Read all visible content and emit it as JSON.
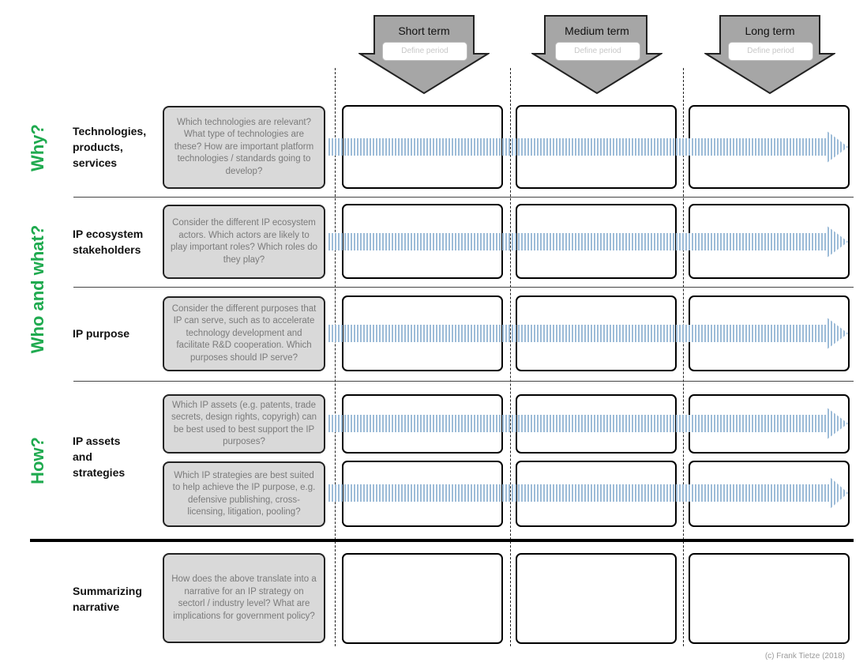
{
  "columns": [
    {
      "title": "Short term",
      "period_placeholder": "Define period"
    },
    {
      "title": "Medium term",
      "period_placeholder": "Define period"
    },
    {
      "title": "Long term",
      "period_placeholder": "Define period"
    }
  ],
  "categories": {
    "why": "Why?",
    "who_what": "Who and what?",
    "how": "How?"
  },
  "rows": {
    "tech": {
      "label": "Technologies, products, services",
      "question": "Which technologies are relevant? What type of technologies are these? How are important platform technologies / standards going to develop?"
    },
    "stakeholders": {
      "label": "IP ecosystem stakeholders",
      "question": "Consider the different IP ecosystem actors. Which actors are likely to play important roles? Which roles do they play?"
    },
    "purpose": {
      "label": "IP purpose",
      "question": "Consider the different purposes that IP can serve, such as to accelerate technology development and facilitate R&D cooperation. Which purposes should IP serve?"
    },
    "assets_strategies": {
      "label": "IP assets and strategies",
      "question_assets": "Which IP assets (e.g. patents, trade secrets, design rights, copyrigh) can be best used to best support the IP purposes?",
      "question_strategies": "Which IP strategies are best suited to help achieve the IP purpose, e.g. defensive publishing, cross-licensing, litigation, pooling?"
    },
    "narrative": {
      "label": "Summarizing narrative",
      "question": "How does the above translate into a narrative for an IP strategy on sectorl / industry level? What are implications for government policy?"
    }
  },
  "colors": {
    "category_green": "#1faa4f",
    "arrow_blue": "#9dbcd8",
    "header_gray": "#a6a6a6",
    "question_gray": "#d9d9d9"
  },
  "copyright": "(c) Frank Tietze (2018)"
}
